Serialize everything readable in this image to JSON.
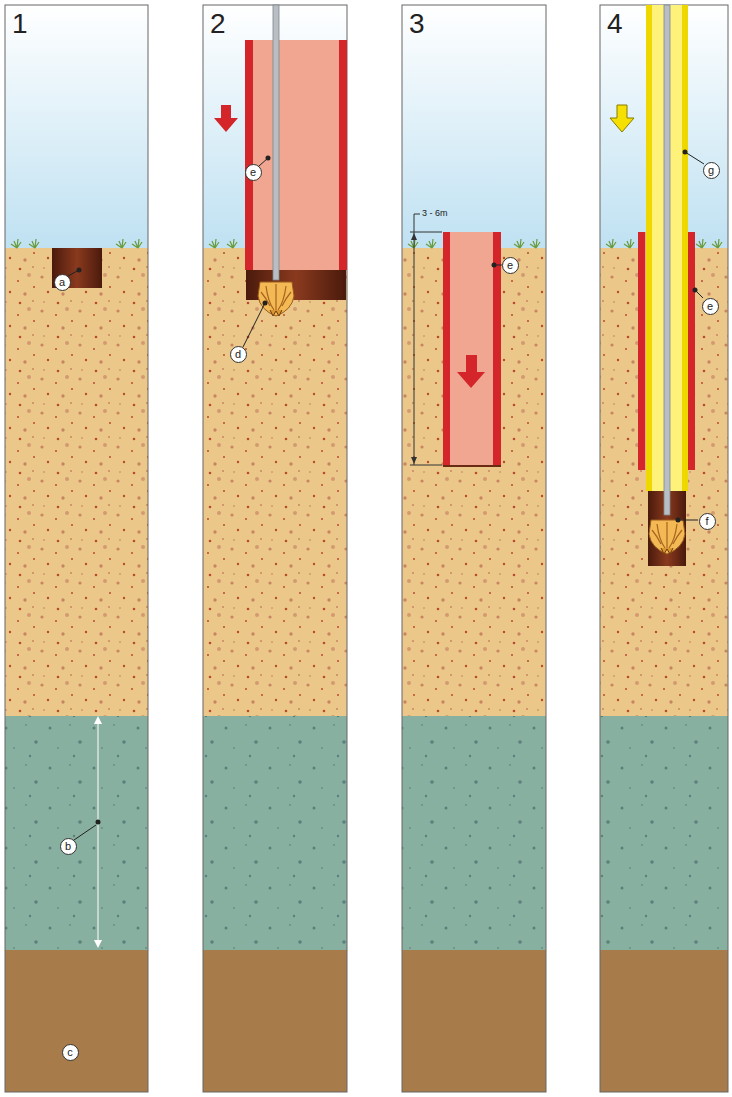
{
  "diagram": {
    "nodes": [
      {
        "text": [
          "a"
        ]
      },
      {
        "text": [
          "b"
        ]
      },
      {
        "text": [
          "c"
        ]
      },
      {
        "text": [
          "e"
        ]
      },
      {
        "text": [
          "d"
        ]
      },
      {
        "text": [
          "e"
        ]
      },
      {
        "text": [
          "g"
        ]
      },
      {
        "text": [
          "e"
        ]
      },
      {
        "text": [
          "f"
        ]
      }
    ],
    "edges": [],
    "labels": [
      "1",
      "2",
      "3",
      "4",
      "3 - 6m"
    ]
  }
}
